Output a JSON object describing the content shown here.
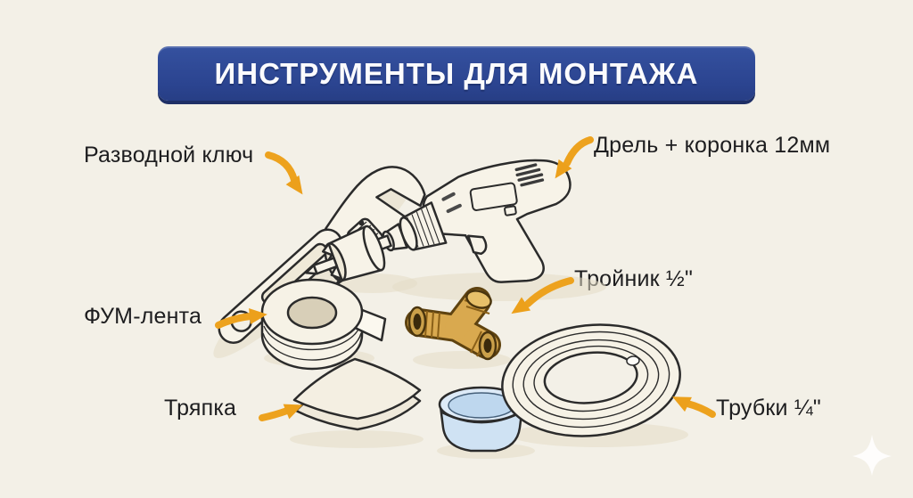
{
  "title": "ИНСТРУМЕНТЫ ДЛЯ МОНТАЖА",
  "items": [
    {
      "label": "Разводной ключ",
      "illustration": "adjustable-wrench"
    },
    {
      "label": "Дрель + коронка 12мм",
      "illustration": "drill-with-hole-saw"
    },
    {
      "label": "ФУМ-лента",
      "illustration": "fum-tape-roll"
    },
    {
      "label": "Тройник ½\"",
      "illustration": "brass-tee-fitting"
    },
    {
      "label": "Тряпка",
      "illustration": "folded-rag"
    },
    {
      "label": "Трубки ¼\"",
      "illustration": "tube-coil"
    }
  ],
  "unlabeled_illustrations": [
    "blue-bowl",
    "sparkle"
  ],
  "colors": {
    "background": "#f3f0e7",
    "banner": "#2d4793",
    "banner_edge": "#1e2f66",
    "banner_text": "#ffffff",
    "label_text": "#1d1d1f",
    "arrow": "#eda21e",
    "outline": "#2b2b2b",
    "tool_fill": "#f7f3e8",
    "brass": "#d9a94f",
    "bowl_blue": "#cfe2f3"
  }
}
